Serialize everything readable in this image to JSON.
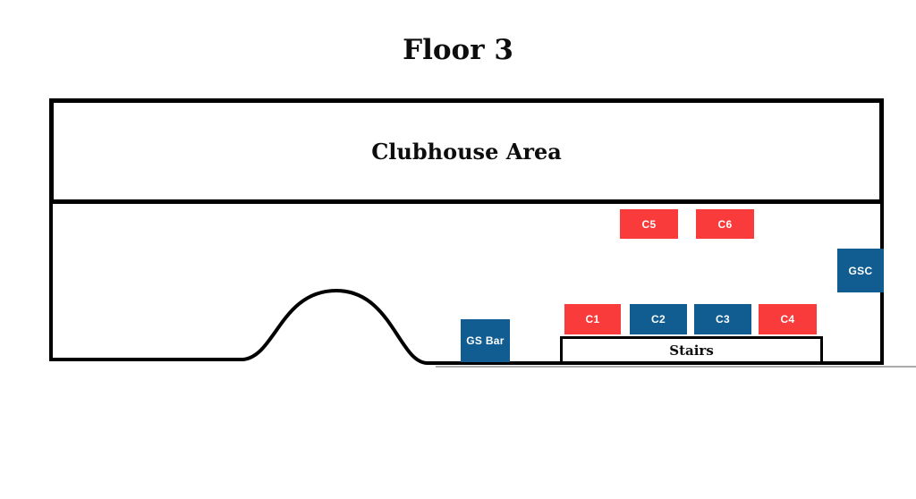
{
  "page": {
    "title": "Floor 3"
  },
  "map": {
    "clubhouse_label": "Clubhouse Area",
    "stairs_label": "Stairs"
  },
  "colors": {
    "red": "#f93b3c",
    "blue": "#115d92",
    "wall": "#000000",
    "background": "#ffffff"
  },
  "sections": {
    "c1": {
      "label": "C1",
      "color": "red"
    },
    "c2": {
      "label": "C2",
      "color": "blue"
    },
    "c3": {
      "label": "C3",
      "color": "blue"
    },
    "c4": {
      "label": "C4",
      "color": "red"
    },
    "c5": {
      "label": "C5",
      "color": "red"
    },
    "c6": {
      "label": "C6",
      "color": "red"
    },
    "gsc": {
      "label": "GSC",
      "color": "blue"
    },
    "gs_bar": {
      "label": "GS Bar",
      "color": "blue"
    }
  }
}
